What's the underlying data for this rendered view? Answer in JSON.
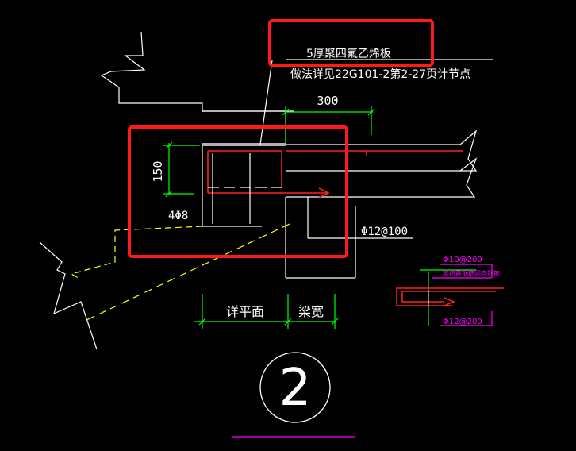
{
  "drawing": {
    "note_line1": "5厚聚四氟乙烯板",
    "note_line2": "做法详见22G101-2第2-27页计节点",
    "dim_300": "300",
    "dim_150": "150",
    "rebar_4phi8": "4Φ8",
    "rebar_phi12_100": "Φ12@100",
    "dim_xiangpingmian": "详平面",
    "dim_liangkuan": "梁宽",
    "detail_number": "2"
  },
  "detail_small": {
    "top_label": "Φ10@200",
    "mid_label": "非抗震钢筋同向钢筋",
    "bottom_label": "Φ12@200"
  },
  "colors": {
    "background": "#000000",
    "outline": "#ffffff",
    "dimension": "#00ff00",
    "rebar": "#ff2020",
    "hidden": "#ffff00",
    "highlight_box": "#ff1a1a",
    "annotation": "#ff00ff",
    "grey": "#b0b0b0"
  }
}
